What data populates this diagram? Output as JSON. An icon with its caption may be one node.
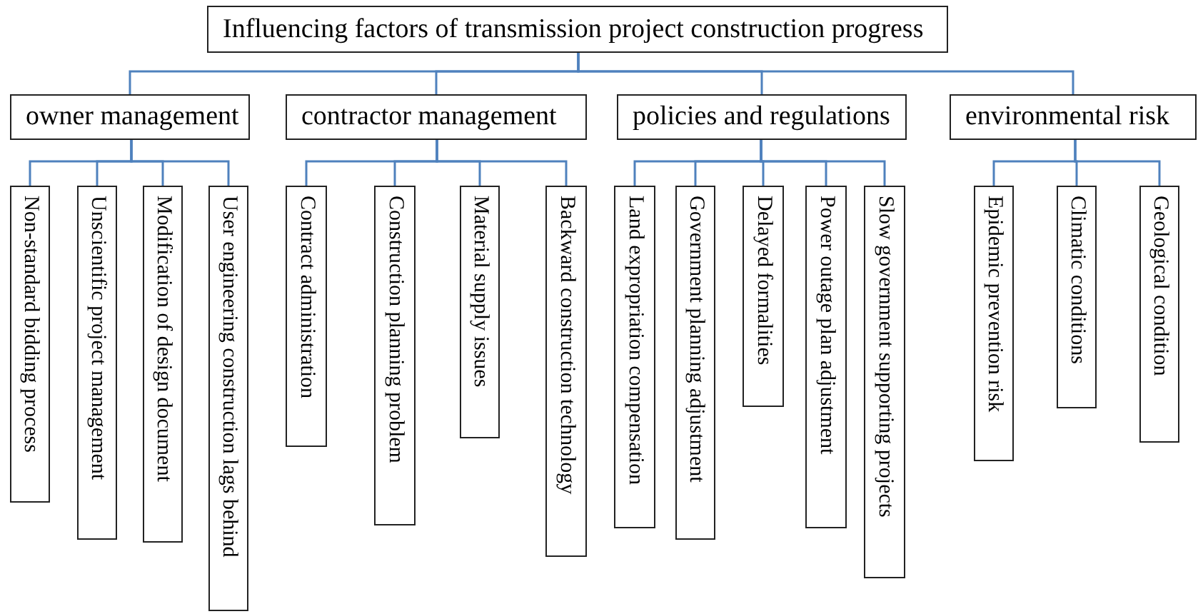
{
  "diagram": {
    "nodes": [
      {
        "text": [
          "Influencing factors of transmission project construction progress"
        ]
      },
      {
        "text": [
          "owner management"
        ]
      },
      {
        "text": [
          "contractor management"
        ]
      },
      {
        "text": [
          "policies and regulations"
        ]
      },
      {
        "text": [
          "environmental risk"
        ]
      },
      {
        "text": [
          "Non-standard bidding process"
        ]
      },
      {
        "text": [
          "Unscientific project management"
        ]
      },
      {
        "text": [
          "Modification of design document"
        ]
      },
      {
        "text": [
          "User engineering construction lags behind"
        ]
      },
      {
        "text": [
          "Contract administration"
        ]
      },
      {
        "text": [
          "Construction planning problem"
        ]
      },
      {
        "text": [
          "Material supply issues"
        ]
      },
      {
        "text": [
          "Backward construction technology"
        ]
      },
      {
        "text": [
          "Land expropriation compensation"
        ]
      },
      {
        "text": [
          "Government planning adjustment"
        ]
      },
      {
        "text": [
          "Delayed formalities"
        ]
      },
      {
        "text": [
          "Power outage plan adjustment"
        ]
      },
      {
        "text": [
          "Slow government supporting projects"
        ]
      },
      {
        "text": [
          "Epidemic prevention risk"
        ]
      },
      {
        "text": [
          "Climatic conditions"
        ]
      },
      {
        "text": [
          "Geological condition"
        ]
      }
    ],
    "edges": [
      {
        "from": 0,
        "to": 1,
        "arrow": "none"
      },
      {
        "from": 0,
        "to": 2,
        "arrow": "none"
      },
      {
        "from": 0,
        "to": 3,
        "arrow": "none"
      },
      {
        "from": 0,
        "to": 4,
        "arrow": "none"
      },
      {
        "from": 1,
        "to": 5,
        "arrow": "none"
      },
      {
        "from": 1,
        "to": 6,
        "arrow": "none"
      },
      {
        "from": 1,
        "to": 7,
        "arrow": "none"
      },
      {
        "from": 1,
        "to": 8,
        "arrow": "none"
      },
      {
        "from": 2,
        "to": 9,
        "arrow": "none"
      },
      {
        "from": 2,
        "to": 10,
        "arrow": "none"
      },
      {
        "from": 2,
        "to": 11,
        "arrow": "none"
      },
      {
        "from": 2,
        "to": 12,
        "arrow": "none"
      },
      {
        "from": 3,
        "to": 13,
        "arrow": "none"
      },
      {
        "from": 3,
        "to": 14,
        "arrow": "none"
      },
      {
        "from": 3,
        "to": 15,
        "arrow": "none"
      },
      {
        "from": 3,
        "to": 16,
        "arrow": "none"
      },
      {
        "from": 3,
        "to": 17,
        "arrow": "none"
      },
      {
        "from": 4,
        "to": 18,
        "arrow": "none"
      },
      {
        "from": 4,
        "to": 19,
        "arrow": "none"
      },
      {
        "from": 4,
        "to": 20,
        "arrow": "none"
      }
    ]
  }
}
